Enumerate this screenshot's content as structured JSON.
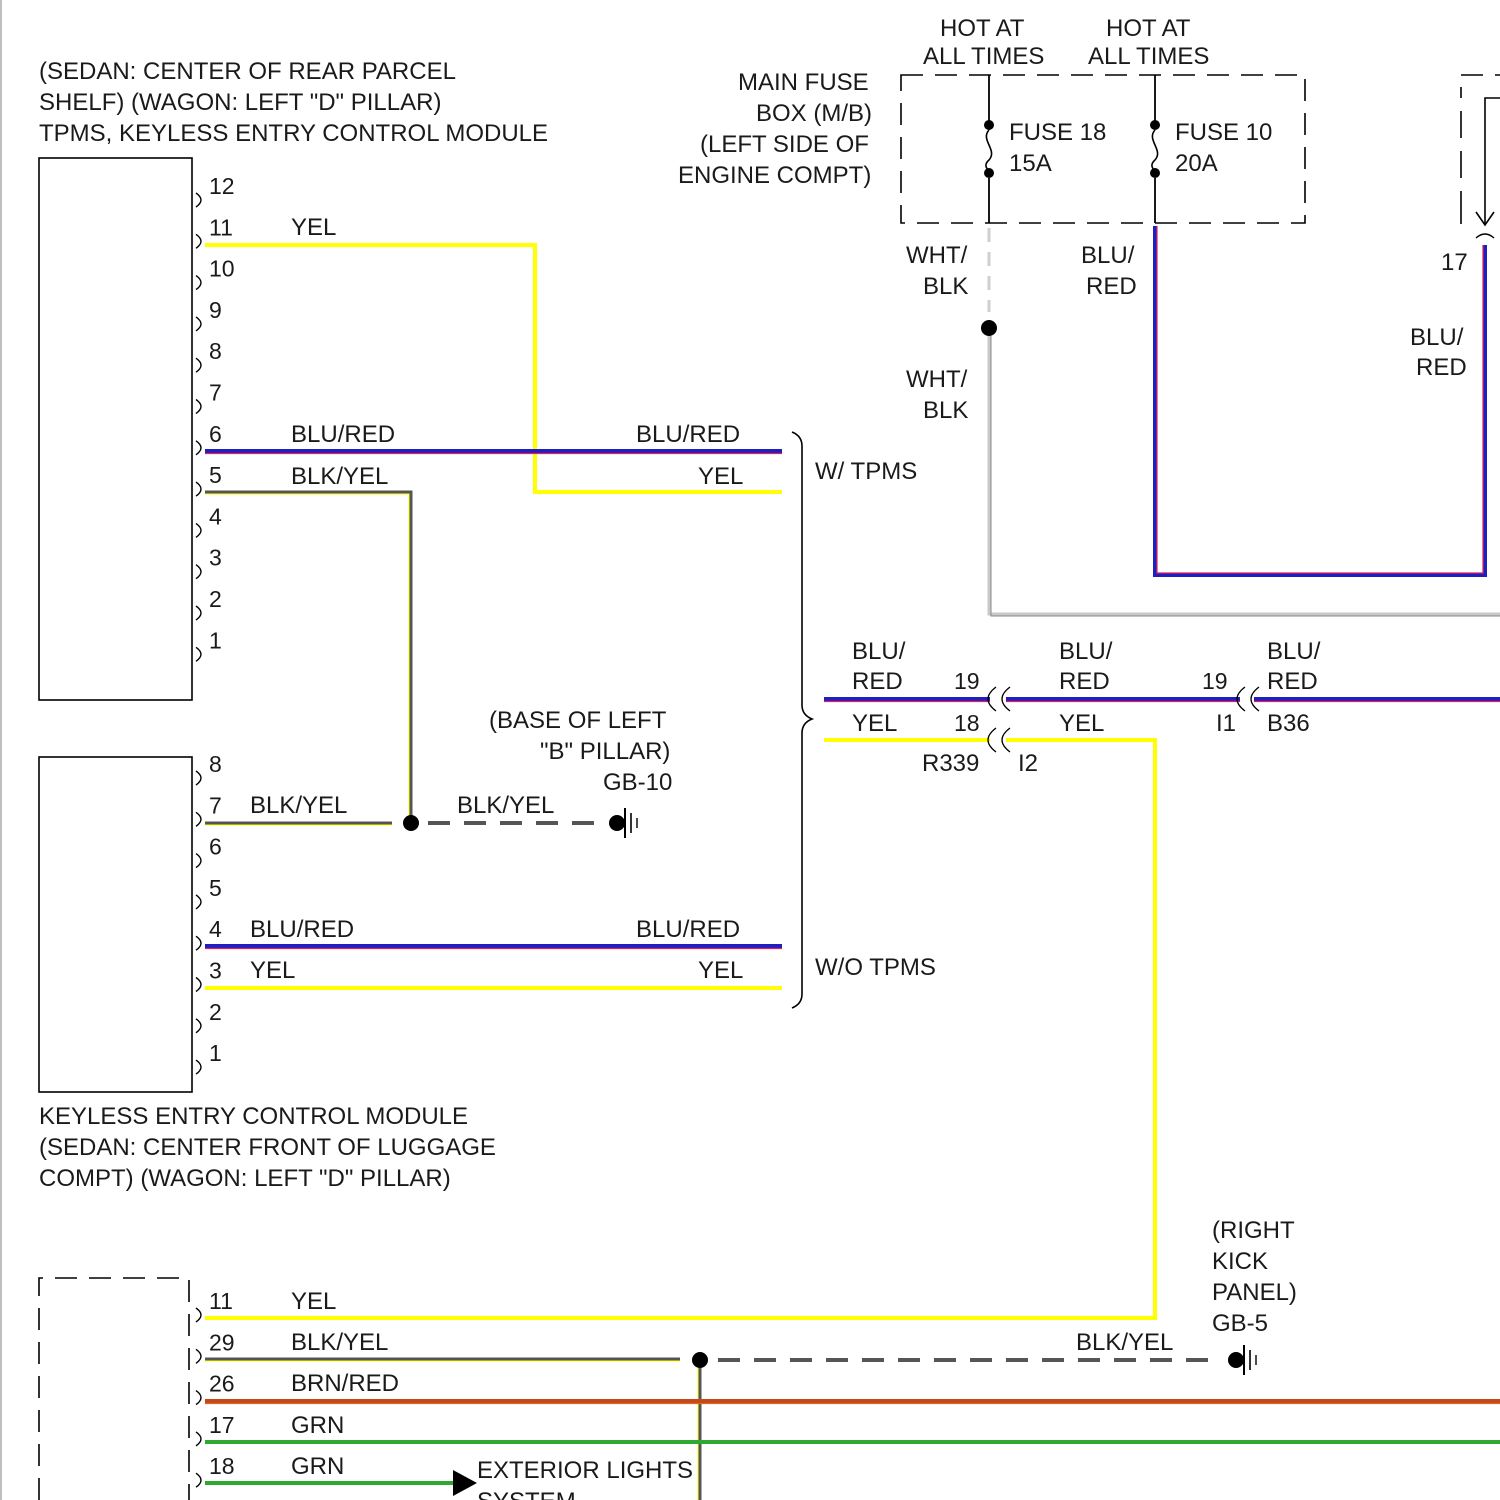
{
  "colors": {
    "yel": "#ffff00",
    "blu": "#1f1fbf",
    "red_stripe": "#e0205a",
    "blk": "#3a3a3a",
    "brn": "#c04a18",
    "grn": "#2ea82e",
    "wht": "#c8c8c8",
    "ground_dash": "#555555"
  },
  "tpms_module": {
    "location_line1": "(SEDAN: CENTER OF REAR PARCEL",
    "location_line2": "SHELF) (WAGON: LEFT \"D\" PILLAR)",
    "name": "TPMS, KEYLESS ENTRY CONTROL MODULE",
    "pins": [
      "12",
      "11",
      "10",
      "9",
      "8",
      "7",
      "6",
      "5",
      "4",
      "3",
      "2",
      "1"
    ],
    "wire_labels": {
      "pin11": "YEL",
      "pin6": "BLU/RED",
      "pin5": "BLK/YEL"
    }
  },
  "keyless_module": {
    "name_line1": "KEYLESS ENTRY CONTROL MODULE",
    "name_line2": "(SEDAN: CENTER FRONT OF LUGGAGE",
    "name_line3": "COMPT) (WAGON: LEFT \"D\" PILLAR)",
    "pins": [
      "8",
      "7",
      "6",
      "5",
      "4",
      "3",
      "2",
      "1"
    ],
    "wire_labels": {
      "pin7": "BLK/YEL",
      "pin4": "BLU/RED",
      "pin3": "YEL"
    }
  },
  "ground_gb10": {
    "location_line1": "(BASE OF LEFT",
    "location_line2": "\"B\" PILLAR)",
    "id": "GB-10",
    "wire_label": "BLK/YEL"
  },
  "variant_labels": {
    "w_tpms": "W/ TPMS",
    "wo_tpms": "W/O TPMS",
    "upper_blu_red": "BLU/RED",
    "upper_yel": "YEL",
    "lower_blu_red": "BLU/RED",
    "lower_yel": "YEL"
  },
  "fuse_box": {
    "name_line1": "MAIN FUSE",
    "name_line2": "BOX (M/B)",
    "name_line3": "(LEFT SIDE OF",
    "name_line4": "ENGINE COMPT)",
    "hot1_line1": "HOT AT",
    "hot1_line2": "ALL TIMES",
    "hot2_line1": "HOT AT",
    "hot2_line2": "ALL TIMES",
    "fuse18_name": "FUSE 18",
    "fuse18_rating": "15A",
    "fuse10_name": "FUSE 10",
    "fuse10_rating": "20A"
  },
  "fuse_wires": {
    "wht_blk_upper_1": "WHT/",
    "wht_blk_upper_2": "BLK",
    "wht_blk_lower_1": "WHT/",
    "wht_blk_lower_2": "BLK",
    "blu_red_1": "BLU/",
    "blu_red_2": "RED",
    "right_pin": "17",
    "right_blu_red_1": "BLU/",
    "right_blu_red_2": "RED"
  },
  "connectors": {
    "left_blu_red_1": "BLU/",
    "left_blu_red_2": "RED",
    "left_pin19": "19",
    "left_yel": "YEL",
    "left_pin18": "18",
    "r339": "R339",
    "i2": "I2",
    "mid_blu_red_1": "BLU/",
    "mid_blu_red_2": "RED",
    "mid_yel": "YEL",
    "mid_pin19": "19",
    "i1": "I1",
    "right_blu_red_1": "BLU/",
    "right_blu_red_2": "RED",
    "b36": "B36"
  },
  "ground_gb5": {
    "location_line1": "(RIGHT",
    "location_line2": "KICK",
    "location_line3": "PANEL)",
    "id": "GB-5",
    "wire_label": "BLK/YEL"
  },
  "bottom_module": {
    "pins": [
      "11",
      "29",
      "26",
      "17",
      "18"
    ],
    "wire_labels": [
      "YEL",
      "BLK/YEL",
      "BRN/RED",
      "GRN",
      "GRN"
    ],
    "ext_lights_line1": "EXTERIOR LIGHTS",
    "ext_lights_line2": "SYSTEM"
  }
}
